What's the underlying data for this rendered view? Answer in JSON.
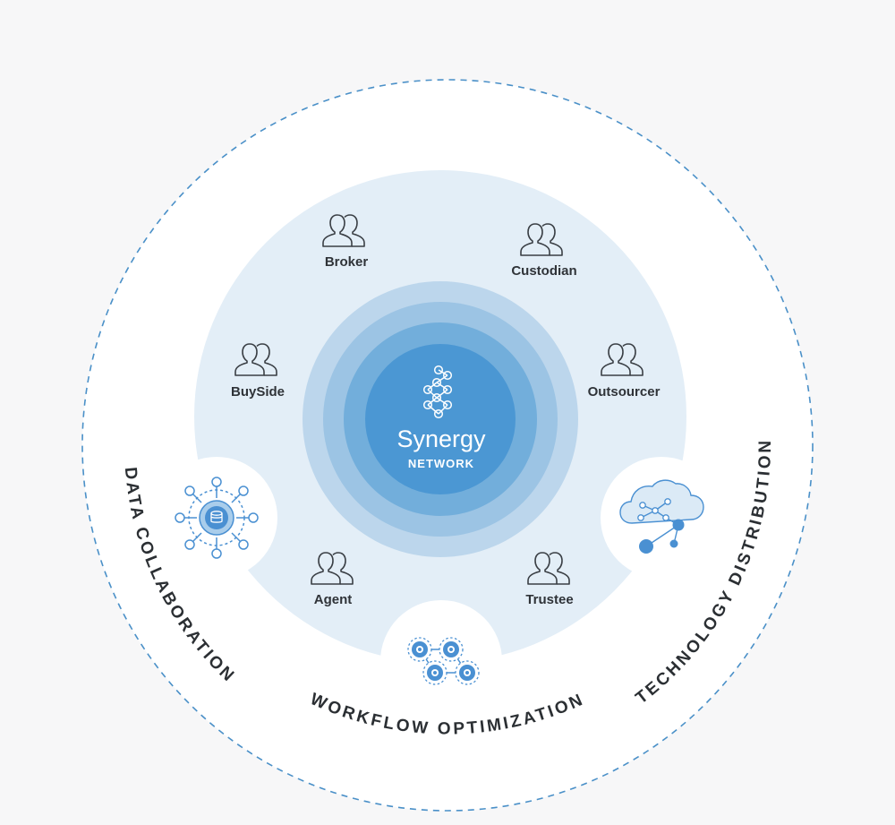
{
  "colors": {
    "background": "#f7f7f8",
    "outer_disc": "#ffffff",
    "dashed_ring": "#4a90c8",
    "light_area": "#e3eef7",
    "ring_1": "#bcd6ec",
    "ring_2": "#9cc4e4",
    "ring_3": "#72aedb",
    "core": "#4b97d3",
    "icon_stroke": "#3a3f45",
    "accent_icon": "#4a90d2"
  },
  "center": {
    "logo_icon": "network-nodes-icon",
    "title": "Synergy",
    "subtitle": "NETWORK"
  },
  "roles": [
    {
      "label": "Broker",
      "icon": "users-icon"
    },
    {
      "label": "Custodian",
      "icon": "users-icon"
    },
    {
      "label": "BuySide",
      "icon": "users-icon"
    },
    {
      "label": "Outsourcer",
      "icon": "users-icon"
    },
    {
      "label": "Agent",
      "icon": "users-icon"
    },
    {
      "label": "Trustee",
      "icon": "users-icon"
    }
  ],
  "pillars": [
    {
      "label": "DATA COLLABORATION",
      "icon": "database-hub-icon"
    },
    {
      "label": "WORKFLOW OPTIMIZATION",
      "icon": "gears-network-icon"
    },
    {
      "label": "TECHNOLOGY DISTRIBUTION",
      "icon": "cloud-network-icon"
    }
  ]
}
